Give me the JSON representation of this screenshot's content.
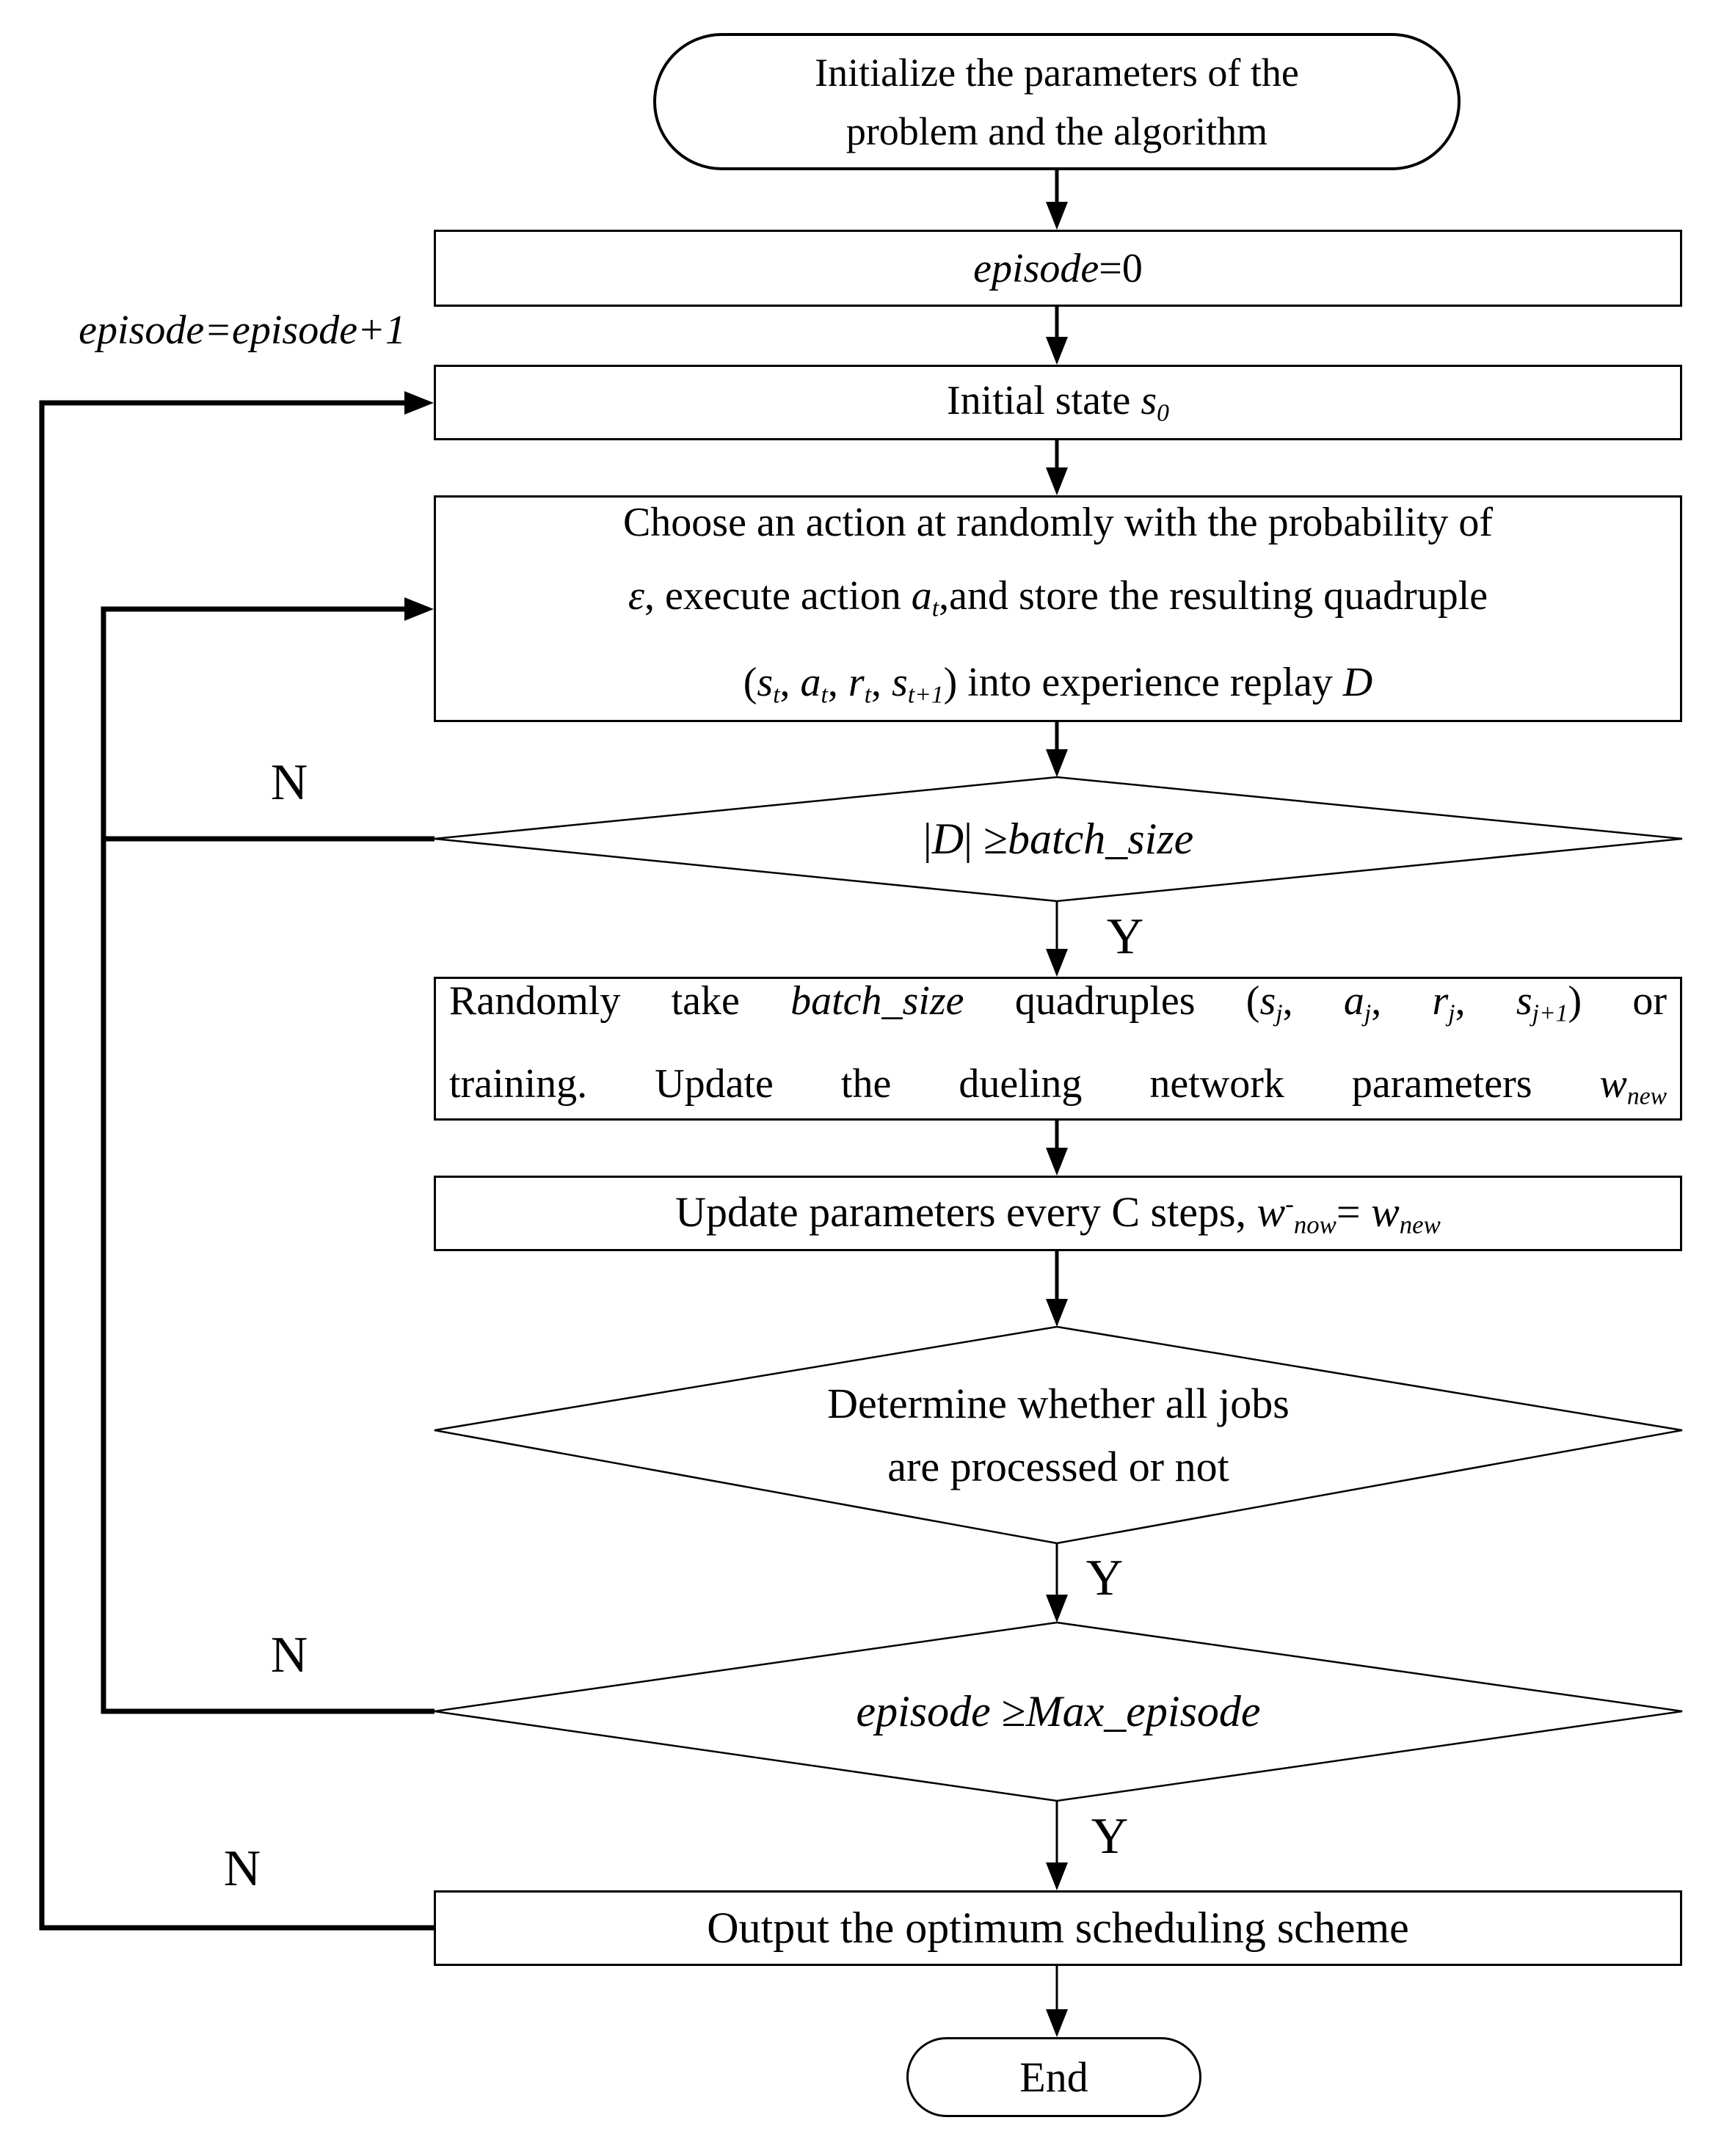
{
  "title": "Dueling DQN scheduling algorithm flowchart",
  "colors": {
    "stroke": "#000000",
    "fill": "#ffffff"
  },
  "nodes": {
    "start": {
      "shape": "stadium",
      "lines": [
        [
          {
            "t": "Initialize the parameters of the"
          }
        ],
        [
          {
            "t": "problem and the algorithm"
          }
        ]
      ]
    },
    "episode_zero": {
      "shape": "rect",
      "lines": [
        [
          {
            "t": "episode",
            "s": "i"
          },
          {
            "t": "=0"
          }
        ]
      ]
    },
    "initial_state": {
      "shape": "rect",
      "lines": [
        [
          {
            "t": "Initial state "
          },
          {
            "t": "s",
            "s": "i"
          },
          {
            "t": "0",
            "s": "sub"
          }
        ]
      ]
    },
    "choose_action": {
      "shape": "rect",
      "lines": [
        [
          {
            "t": "Choose an action at randomly with the probability of"
          }
        ],
        [
          {
            "t": "ε",
            "s": "i"
          },
          {
            "t": ", execute action "
          },
          {
            "t": "a",
            "s": "i"
          },
          {
            "t": "t",
            "s": "sub"
          },
          {
            "t": ",and store the resulting quadruple"
          }
        ],
        [
          {
            "t": "("
          },
          {
            "t": "s",
            "s": "i"
          },
          {
            "t": "t",
            "s": "sub"
          },
          {
            "t": ", "
          },
          {
            "t": "a",
            "s": "i"
          },
          {
            "t": "t",
            "s": "sub"
          },
          {
            "t": ", "
          },
          {
            "t": "r",
            "s": "i"
          },
          {
            "t": "t",
            "s": "sub"
          },
          {
            "t": ", "
          },
          {
            "t": "s",
            "s": "i"
          },
          {
            "t": "t+1",
            "s": "sub"
          },
          {
            "t": ") into experience replay "
          },
          {
            "t": "D",
            "s": "i"
          }
        ]
      ]
    },
    "batch_check": {
      "shape": "diamond",
      "lines": [
        [
          {
            "t": "|"
          },
          {
            "t": "D",
            "s": "i"
          },
          {
            "t": "| "
          },
          {
            "t": "≥"
          },
          {
            "t": "batch_size",
            "s": "i"
          }
        ]
      ]
    },
    "train": {
      "shape": "rect",
      "lines": [
        [
          {
            "t": "Randomly take "
          },
          {
            "t": "batch_size",
            "s": "i"
          },
          {
            "t": " quadruples ("
          },
          {
            "t": "s",
            "s": "i"
          },
          {
            "t": "j",
            "s": "sub"
          },
          {
            "t": ", "
          },
          {
            "t": "a",
            "s": "i"
          },
          {
            "t": "j",
            "s": "sub"
          },
          {
            "t": ", "
          },
          {
            "t": "r",
            "s": "i"
          },
          {
            "t": "j",
            "s": "sub"
          },
          {
            "t": ", "
          },
          {
            "t": "s",
            "s": "i"
          },
          {
            "t": "j+1",
            "s": "sub"
          },
          {
            "t": ") or"
          }
        ],
        [
          {
            "t": "training. Update the dueling network parameters "
          },
          {
            "t": "w",
            "s": "i"
          },
          {
            "t": "new",
            "s": "sub"
          }
        ]
      ]
    },
    "update_params": {
      "shape": "rect",
      "lines": [
        [
          {
            "t": "Update parameters every C steps, "
          },
          {
            "t": "w",
            "s": "i"
          },
          {
            "t": "-",
            "s": "sup"
          },
          {
            "t": "now",
            "s": "sub"
          },
          {
            "t": "= "
          },
          {
            "t": "w",
            "s": "i"
          },
          {
            "t": "new",
            "s": "sub"
          }
        ]
      ]
    },
    "jobs_check": {
      "shape": "diamond",
      "lines": [
        [
          {
            "t": "Determine whether all jobs"
          }
        ],
        [
          {
            "t": "are processed or not"
          }
        ]
      ]
    },
    "episode_check": {
      "shape": "diamond",
      "lines": [
        [
          {
            "t": "episode",
            "s": "i"
          },
          {
            "t": " ≥"
          },
          {
            "t": "Max_episode",
            "s": "i"
          }
        ]
      ]
    },
    "output": {
      "shape": "rect",
      "lines": [
        [
          {
            "t": "Output the optimum scheduling scheme"
          }
        ]
      ]
    },
    "end": {
      "shape": "stadium",
      "lines": [
        [
          {
            "t": "End"
          }
        ]
      ]
    }
  },
  "edge_labels": {
    "loop": {
      "lines": [
        [
          {
            "t": "episode=episode+1",
            "s": "i"
          }
        ]
      ]
    },
    "batch_no": "N",
    "batch_yes": "Y",
    "jobs_yes": "Y",
    "episode_no": "N",
    "episode_yes": "Y",
    "return_no": "N"
  },
  "edges": [
    {
      "from": "start",
      "to": "episode_zero"
    },
    {
      "from": "episode_zero",
      "to": "initial_state"
    },
    {
      "from": "initial_state",
      "to": "choose_action"
    },
    {
      "from": "choose_action",
      "to": "batch_check"
    },
    {
      "from": "batch_check",
      "to": "choose_action",
      "label": "N"
    },
    {
      "from": "batch_check",
      "to": "train",
      "label": "Y"
    },
    {
      "from": "train",
      "to": "update_params"
    },
    {
      "from": "update_params",
      "to": "jobs_check"
    },
    {
      "from": "jobs_check",
      "to": "episode_check",
      "label": "Y"
    },
    {
      "from": "episode_check",
      "to": "choose_action",
      "label": "N"
    },
    {
      "from": "episode_check",
      "to": "output",
      "label": "Y"
    },
    {
      "from": "output",
      "to": "initial_state",
      "label": "N, episode=episode+1"
    },
    {
      "from": "output",
      "to": "end"
    }
  ]
}
